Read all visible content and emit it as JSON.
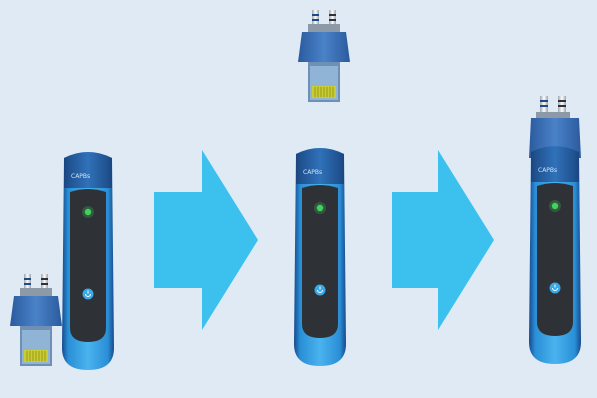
{
  "devices": [
    {
      "brand": "CAPBs"
    },
    {
      "brand": "CAPBs"
    },
    {
      "brand": "CAPBs"
    }
  ],
  "colors": {
    "background": "#dfeaf5",
    "arrow": "#3cc0ee",
    "device_blue": "#34a6e6",
    "device_dark_blue": "#1e4a8a",
    "screen": "#2e3136",
    "led": "#3fd35a",
    "contacts": "#d4d23a",
    "sensor_module": "#3a6fb3"
  }
}
